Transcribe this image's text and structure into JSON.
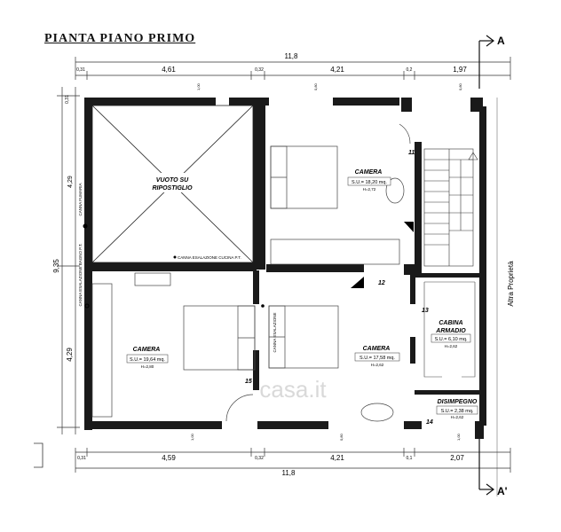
{
  "title": "PIANTA PIANO PRIMO",
  "section_marks": {
    "top": "A",
    "bottom": "A'"
  },
  "dims_top": {
    "total": "11,8",
    "parts": [
      "0,31",
      "4,61",
      "0,32",
      "4,21",
      "0,2",
      "1,97"
    ]
  },
  "dims_bottom": {
    "total": "11,8",
    "parts": [
      "0,31",
      "4,59",
      "0,32",
      "4,21",
      "0,1",
      "2,07"
    ]
  },
  "dims_left": {
    "total": "9,35",
    "upper": "4,29",
    "lower": "4,29",
    "small": "0,31"
  },
  "opening_heights": [
    "1,00",
    "0,80",
    "0,80",
    "1,00",
    "0,80",
    "1,00"
  ],
  "rooms": {
    "void": {
      "label_1": "VUOTO SU",
      "label_2": "RIPOSTIGLIO"
    },
    "bedroom_ne": {
      "name": "CAMERA",
      "area": "S.U.= 18,20 mq.",
      "height": "H=2,72",
      "number": "11"
    },
    "bedroom_sw": {
      "name": "CAMERA",
      "area": "S.U.= 19,64 mq.",
      "height": "H=2,80",
      "number": "15"
    },
    "bedroom_se": {
      "name": "CAMERA",
      "area": "S.U.= 17,58 mq.",
      "height": "H=2,62",
      "number": "12"
    },
    "closet": {
      "name_1": "CABINA",
      "name_2": "ARMADIO",
      "area": "S.U.= 6,10 mq.",
      "height": "H=2,62",
      "number": "13"
    },
    "hall": {
      "name": "DISIMPEGNO",
      "area": "S.U.= 2,38 mq.",
      "height": "H=2,62",
      "number": "14"
    }
  },
  "notes": {
    "flue_smoke": "CANNA FUMARIA",
    "flue_kitchen": "CANNA ESALAZIONE CUCINA P.T.",
    "flue_bath": "CANNA ESALAZIONE BAGNO P.T.",
    "flue": "CANNA ESALAZIONE",
    "neighbour": "Altra Proprietà"
  },
  "watermark": "casa.it"
}
